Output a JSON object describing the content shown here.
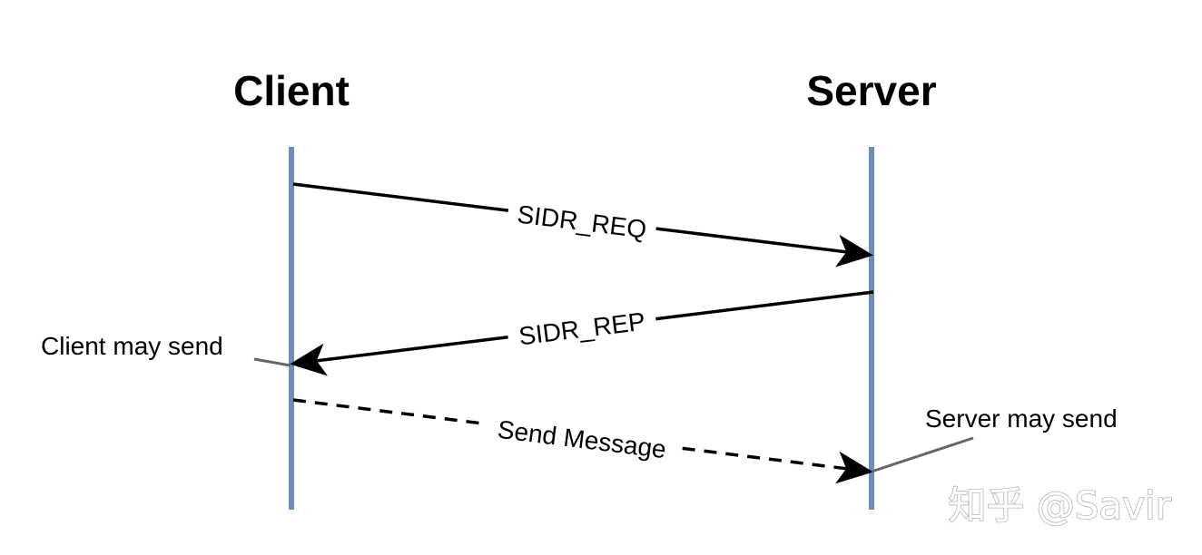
{
  "participants": {
    "client": "Client",
    "server": "Server"
  },
  "messages": {
    "request": "SIDR_REQ",
    "reply": "SIDR_REP",
    "send": "Send Message"
  },
  "notes": {
    "client": "Client may send",
    "server": "Server may send"
  },
  "watermark": "知乎 @Savir",
  "colors": {
    "lifeline": "#6c8ebf",
    "arrow": "#000000",
    "note_connector": "#666666",
    "watermark": "#b5b5b5"
  }
}
